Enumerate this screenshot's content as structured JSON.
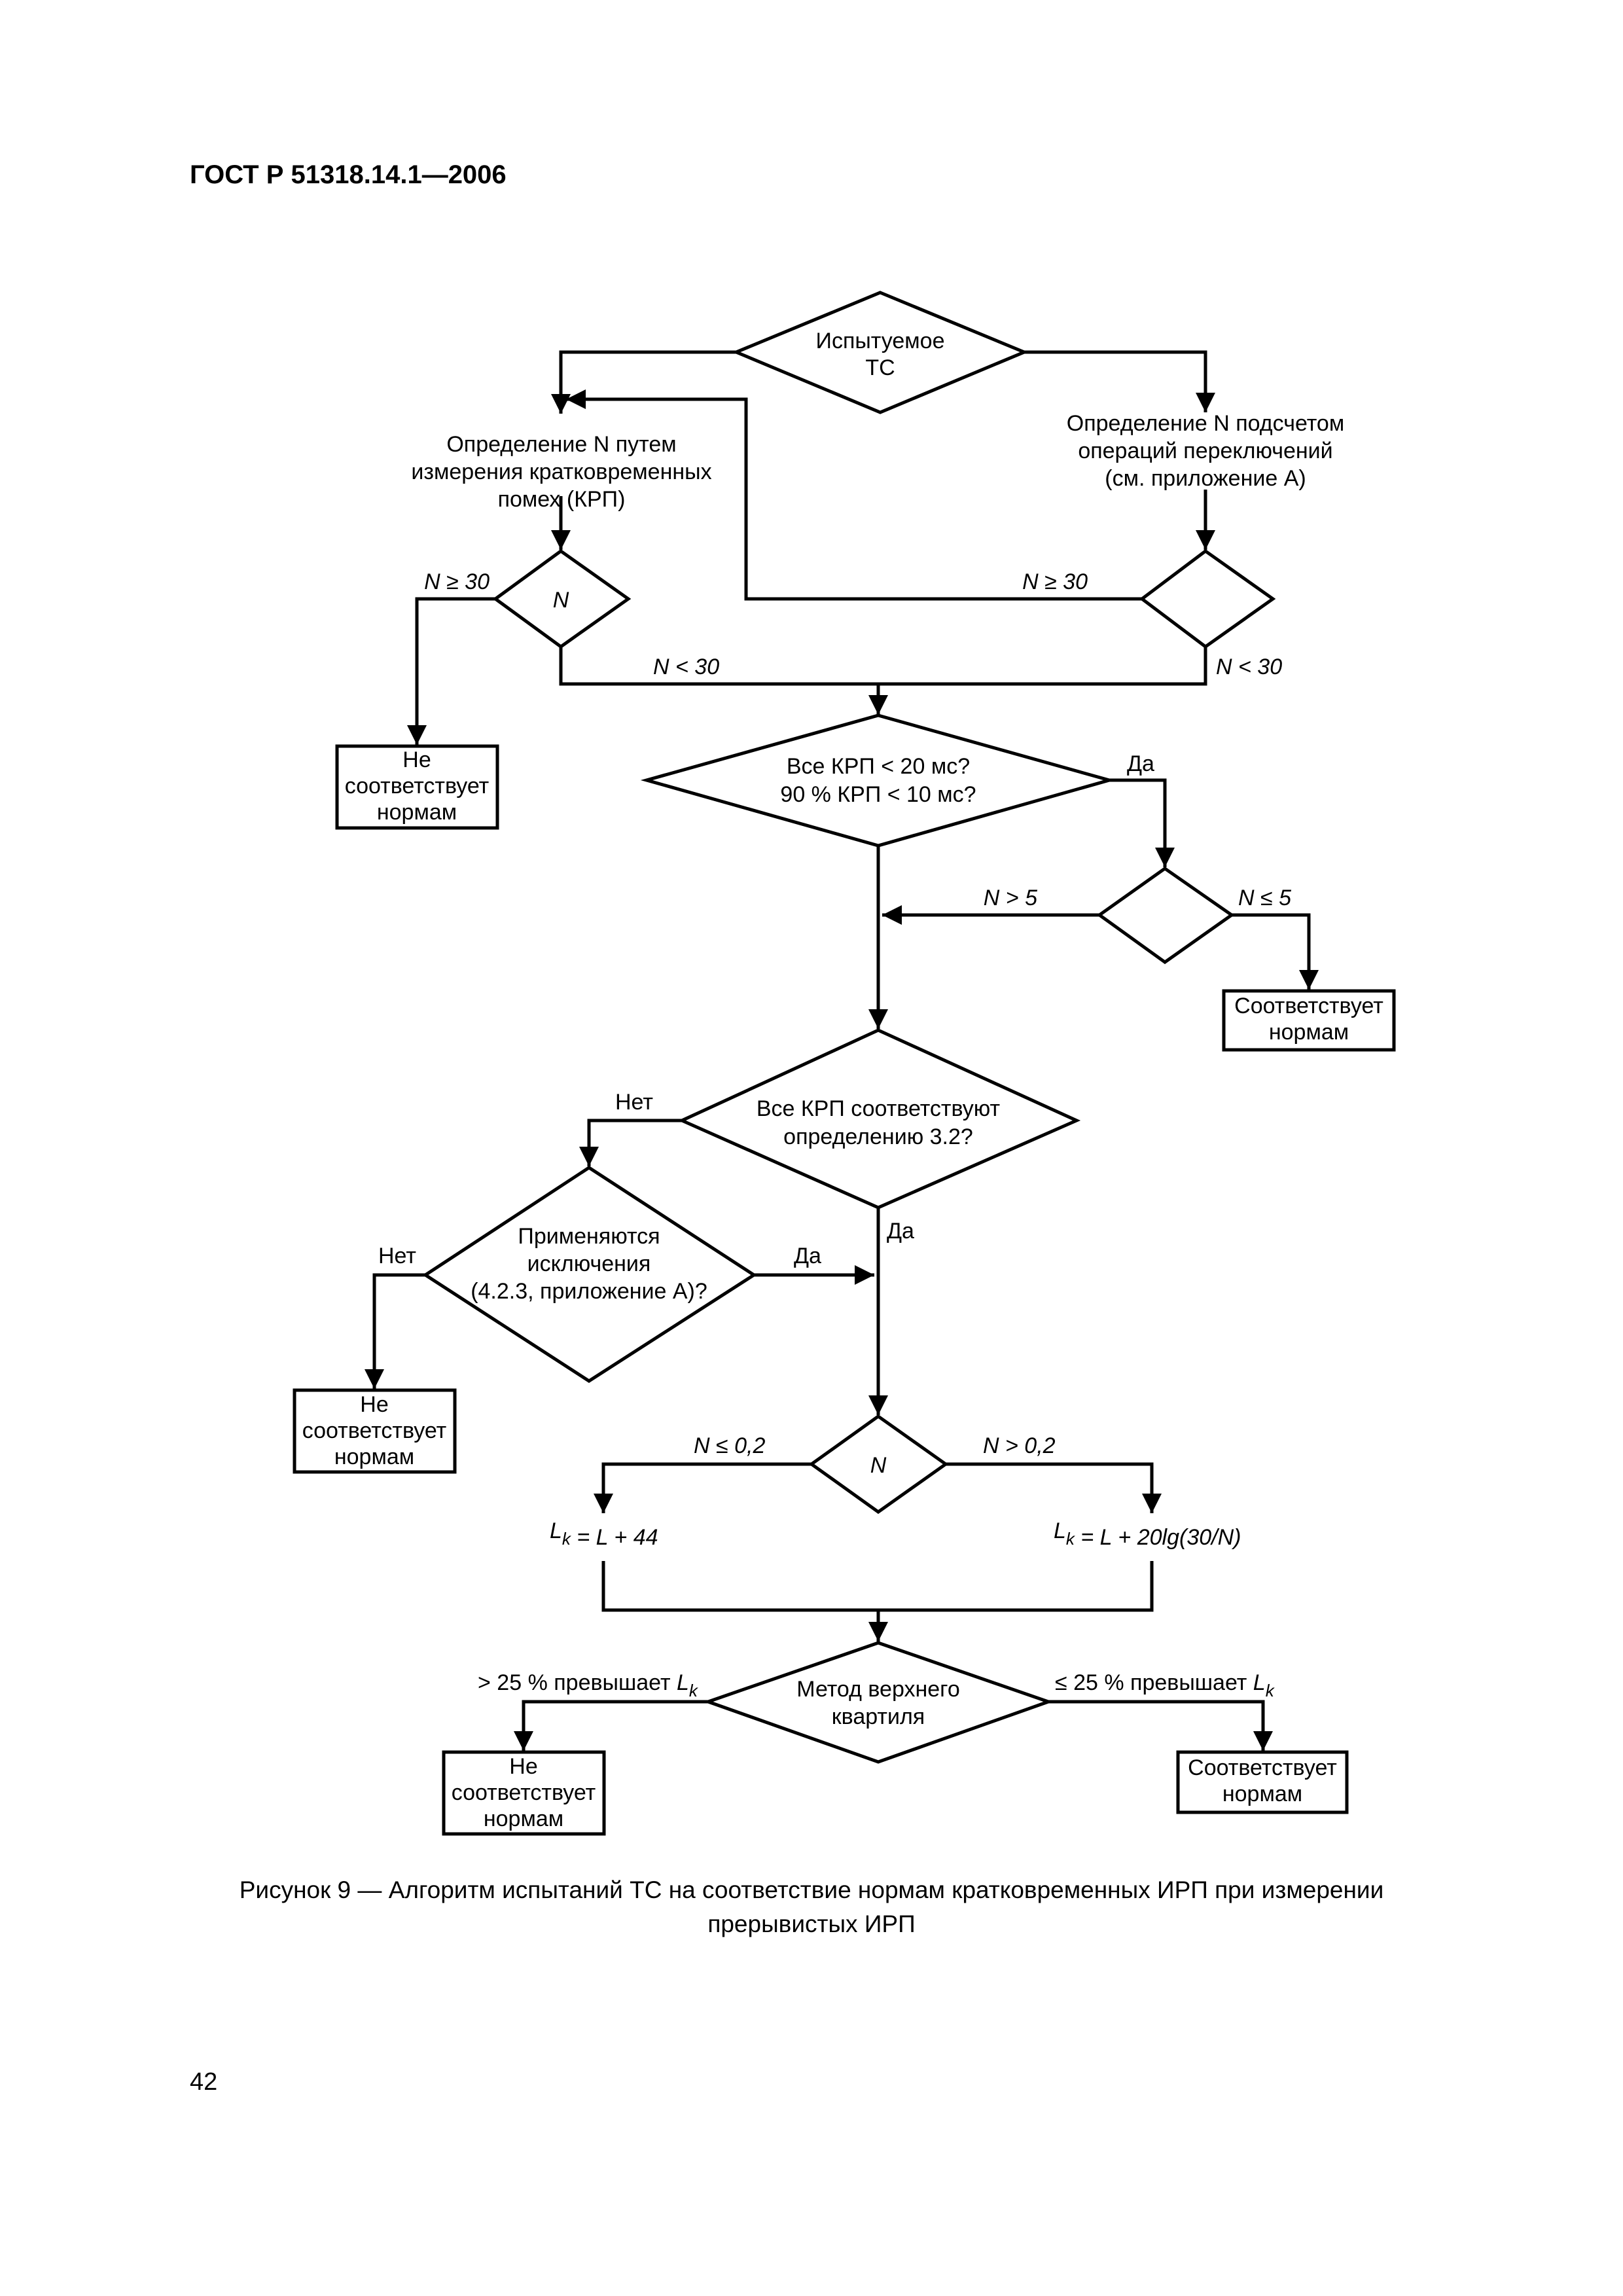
{
  "header": "ГОСТ Р 51318.14.1—2006",
  "page_number": "42",
  "caption": "Рисунок 9 — Алгоритм испытаний ТС на соответствие нормам кратковременных ИРП при измерении прерывистых ИРП",
  "flow": {
    "start": [
      "Испытуемое",
      "ТС"
    ],
    "method_left": [
      "Определение N путем",
      "измерения кратковременных",
      "помех (КРП)"
    ],
    "method_right": [
      "Определение N подсчетом",
      "операций переключений",
      "(см. приложение А)"
    ],
    "d1_label": "N",
    "ge30": "N ≥ 30",
    "lt30": "N < 30",
    "fail": [
      "Не",
      "соответствует",
      "нормам"
    ],
    "pass": [
      "Соответствует",
      "нормам"
    ],
    "d_krp": [
      "Все КРП < 20 мс?",
      "90 % КРП < 10 мс?"
    ],
    "yes": "Да",
    "no": "Нет",
    "gt5": "N > 5",
    "le5": "N ≤ 5",
    "d_def": [
      "Все КРП соответствуют",
      "определению 3.2?"
    ],
    "d_exc": [
      "Применяются",
      "исключения",
      "(4.2.3, приложение А)?"
    ],
    "d_n": "N",
    "le02": "N ≤ 0,2",
    "gt02": "N > 0,2",
    "lk1": "Lk = L + 44",
    "lk2": "Lk = L + 20lg(30/N)",
    "d_quart": [
      "Метод верхнего",
      "квартиля"
    ],
    "gt25": "> 25 % превышает Lk",
    "le25": "≤ 25 % превышает Lk"
  }
}
